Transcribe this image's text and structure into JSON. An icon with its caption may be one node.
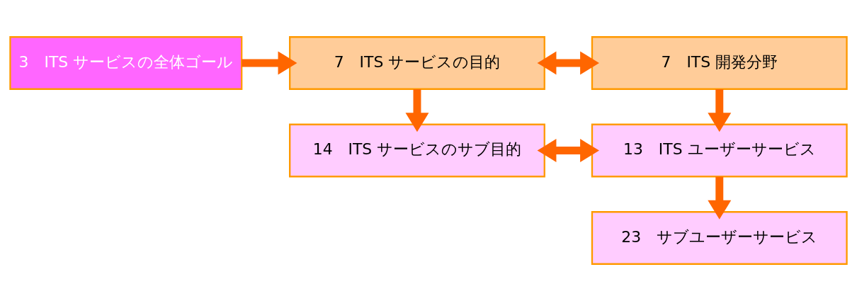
{
  "diagram": {
    "nodes": [
      {
        "text": [
          "3　ITS サービスの全体ゴール"
        ]
      },
      {
        "text": [
          "7　ITS サービスの目的"
        ]
      },
      {
        "text": [
          "7　ITS 開発分野"
        ]
      },
      {
        "text": [
          "14　ITS サービスのサブ目的"
        ]
      },
      {
        "text": [
          "13　ITS ユーザーサービス"
        ]
      },
      {
        "text": [
          "23　サブユーザーサービス"
        ]
      }
    ],
    "edges": [
      {
        "from": 0,
        "to": 1,
        "arrow": "to"
      },
      {
        "from": 1,
        "to": 2,
        "arrow": "both"
      },
      {
        "from": 1,
        "to": 3,
        "arrow": "to"
      },
      {
        "from": 2,
        "to": 4,
        "arrow": "to"
      },
      {
        "from": 3,
        "to": 4,
        "arrow": "both"
      },
      {
        "from": 4,
        "to": 5,
        "arrow": "to"
      }
    ]
  }
}
